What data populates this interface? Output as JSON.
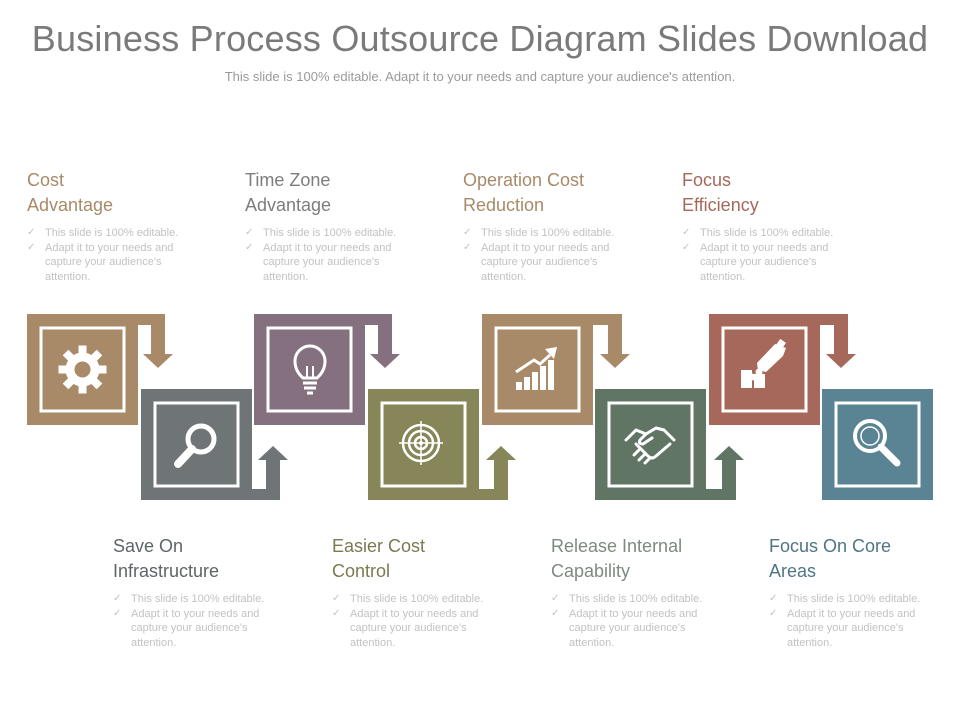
{
  "title": "Business Process Outsource Diagram Slides Download",
  "subtitle": "This slide is 100% editable. Adapt it to your needs and capture your audience's attention.",
  "colors": {
    "cost_advantage": "#a88a69",
    "save_on_infrastructure": "#6f7576",
    "time_zone_advantage": "#85707f",
    "easier_cost_control": "#868659",
    "operation_cost_reduction": "#a88a69",
    "release_internal_capability": "#617565",
    "focus_efficiency": "#a5685a",
    "focus_on_core_areas": "#5a8393"
  },
  "top_items": [
    {
      "heading": [
        "Cost",
        "Advantage"
      ],
      "icon": "gear-icon",
      "color": "#a88a69",
      "bullets": [
        "This slide is 100% editable.",
        "Adapt it to your needs and capture your audience's attention."
      ]
    },
    {
      "heading": [
        "Time Zone",
        "Advantage"
      ],
      "icon": "lightbulb-icon",
      "color": "#85707f",
      "bullets": [
        "This slide is 100% editable.",
        "Adapt it to your needs and capture your audience's attention."
      ]
    },
    {
      "heading": [
        "Operation Cost",
        "Reduction"
      ],
      "icon": "growth-chart-icon",
      "color": "#a88a69",
      "bullets": [
        "This slide is 100% editable.",
        "Adapt it to your needs and capture your audience's attention."
      ]
    },
    {
      "heading": [
        "Focus",
        "Efficiency"
      ],
      "icon": "puzzle-hand-icon",
      "color": "#a5685a",
      "bullets": [
        "This slide is 100% editable.",
        "Adapt it to your needs and capture your audience's attention."
      ]
    }
  ],
  "bottom_items": [
    {
      "heading": [
        "Save On",
        "Infrastructure"
      ],
      "icon": "magnifier-icon",
      "color": "#6f7576",
      "bullets": [
        "This slide is 100% editable.",
        "Adapt it to your needs and capture your audience's attention."
      ]
    },
    {
      "heading": [
        "Easier Cost",
        "Control"
      ],
      "icon": "target-icon",
      "color": "#868659",
      "bullets": [
        "This slide is 100% editable.",
        "Adapt it to your needs and capture your audience's attention."
      ]
    },
    {
      "heading": [
        "Release Internal",
        "Capability"
      ],
      "icon": "handshake-icon",
      "color": "#617565",
      "bullets": [
        "This slide is 100% editable.",
        "Adapt it to your needs and capture your audience's attention."
      ]
    },
    {
      "heading": [
        "Focus On Core",
        "Areas"
      ],
      "icon": "search-zoom-icon",
      "color": "#5a8393",
      "bullets": [
        "This slide is 100% editable.",
        "Adapt it to your needs and capture your audience's attention."
      ]
    }
  ]
}
